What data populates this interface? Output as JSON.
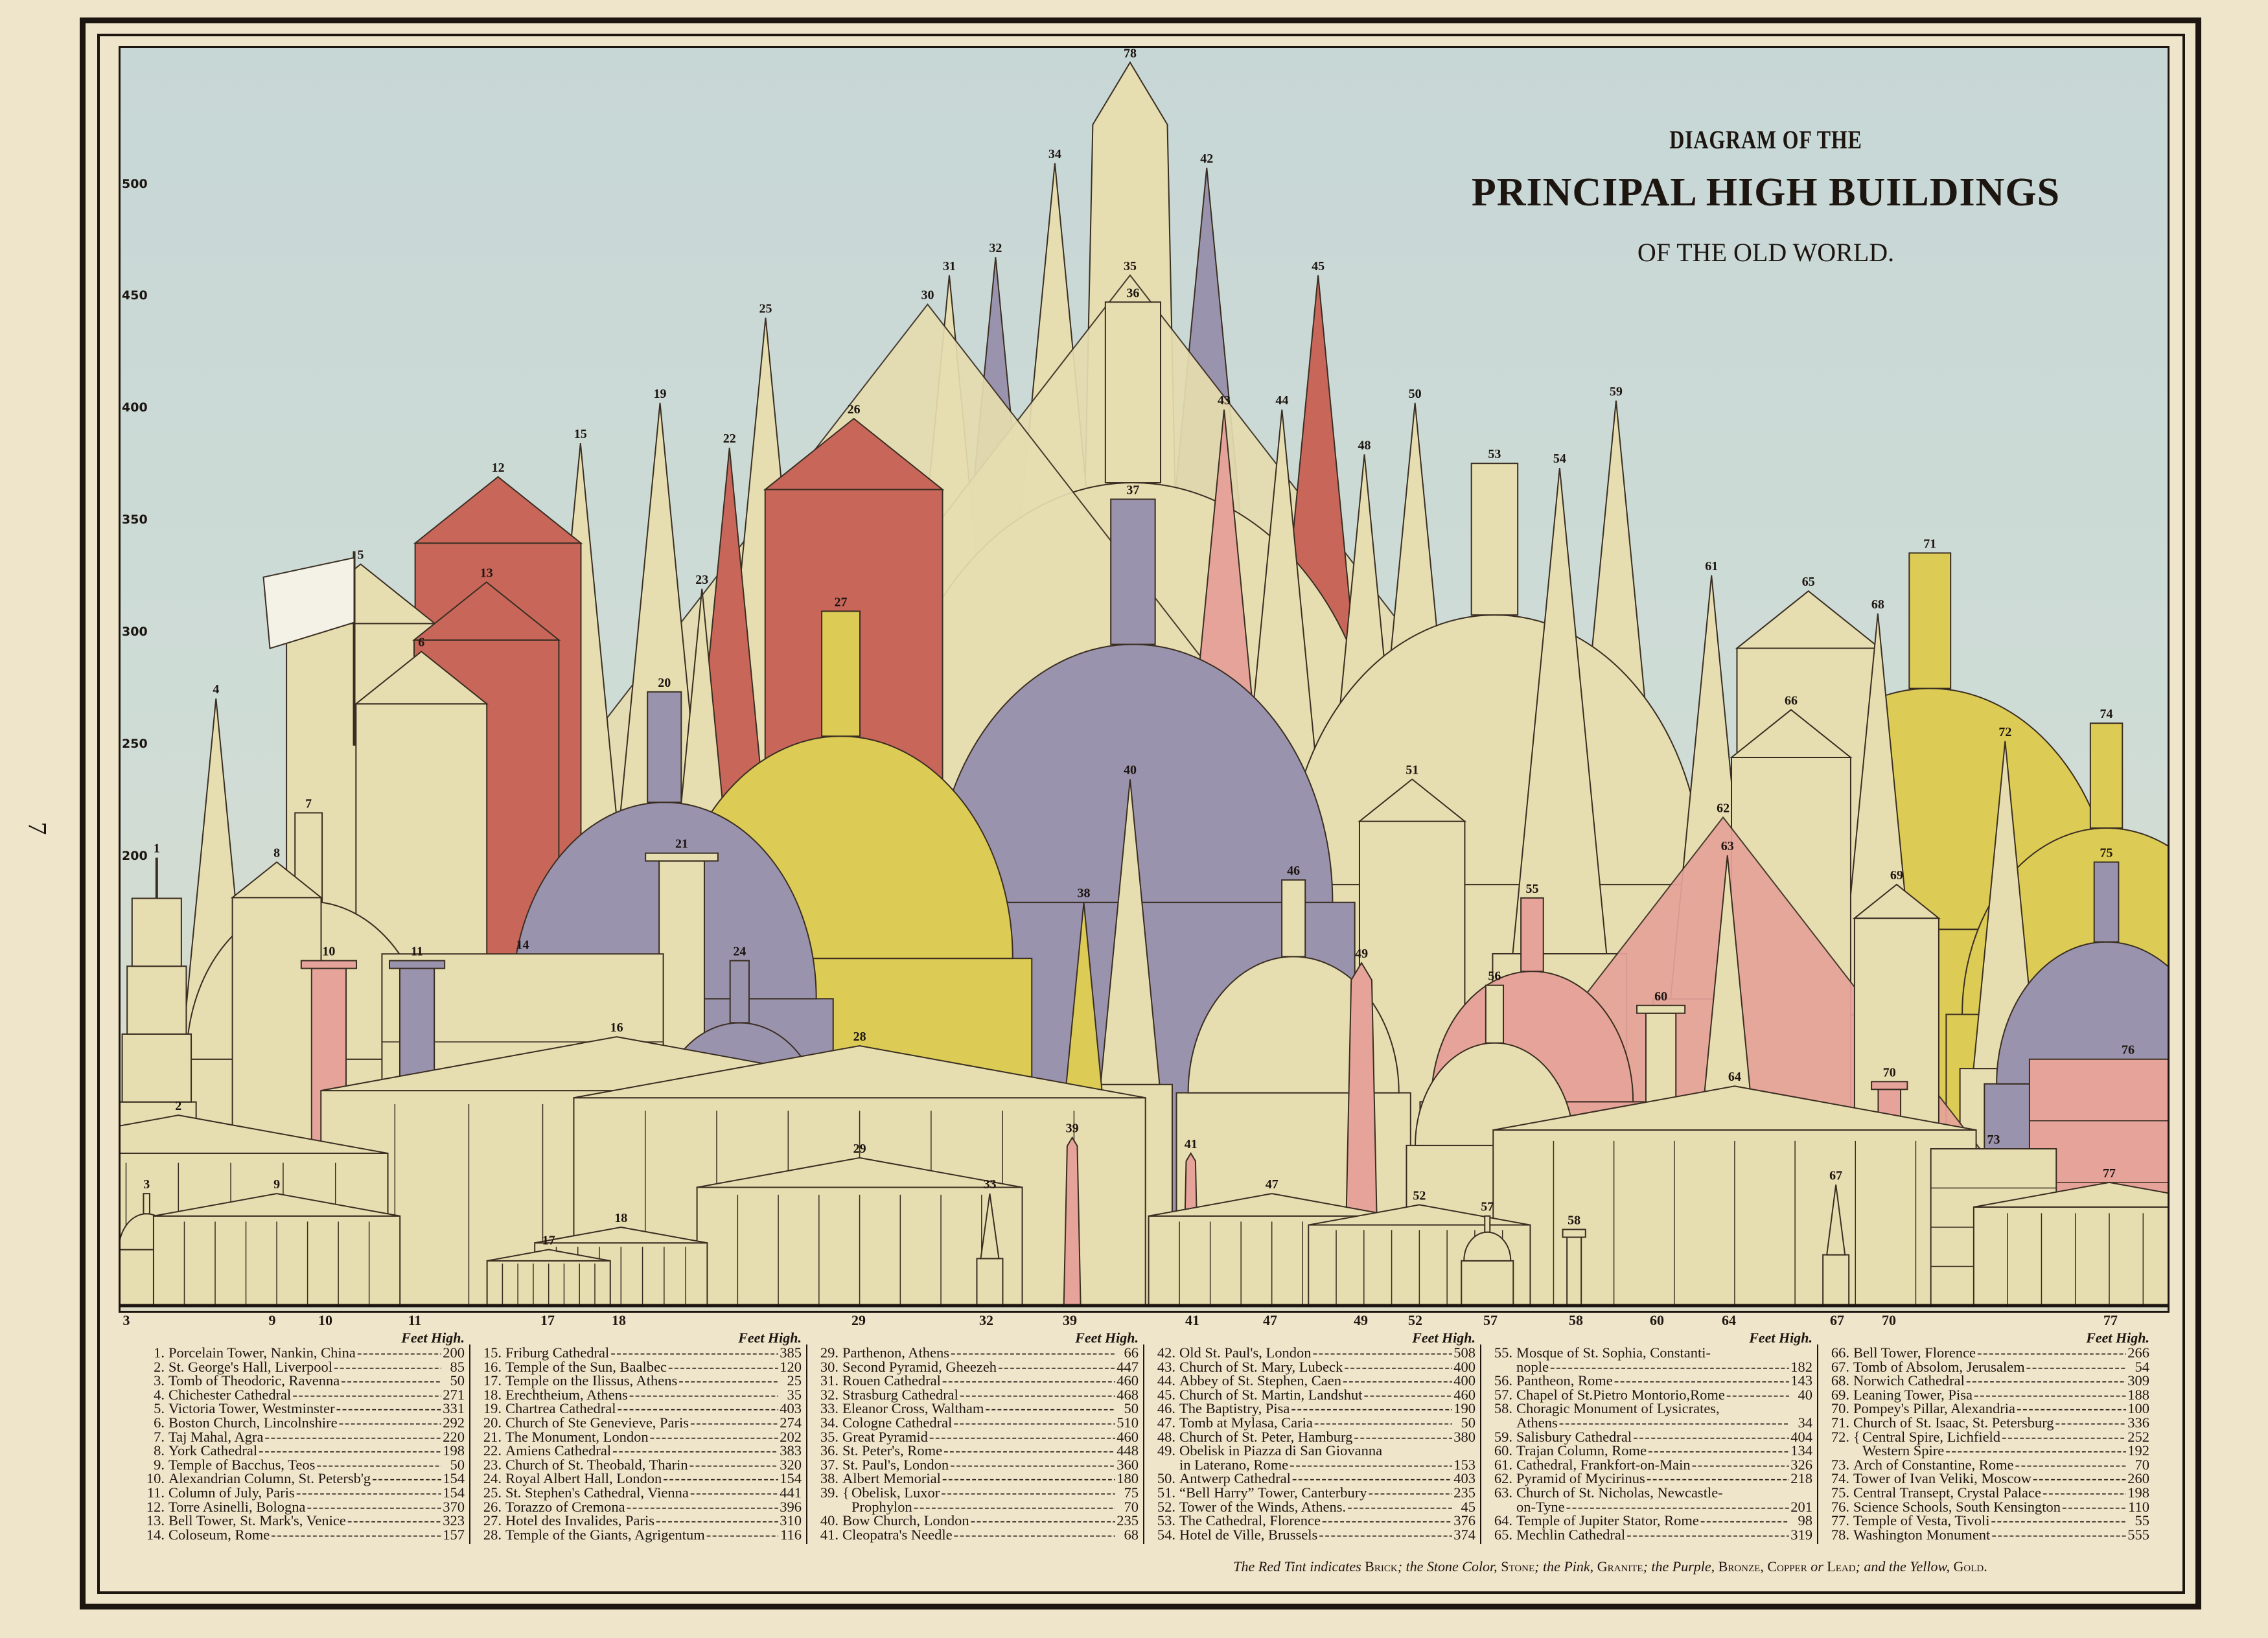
{
  "title": {
    "line1": "DIAGRAM OF THE",
    "line2": "PRINCIPAL HIGH BUILDINGS",
    "line3": "OF THE OLD WORLD."
  },
  "page_number": "7",
  "scale_labels": [
    "500",
    "450",
    "400",
    "350",
    "300",
    "250",
    "200"
  ],
  "baseline_labels": [
    "3",
    "9",
    "10",
    "11",
    "17",
    "18",
    "29",
    "32",
    "39",
    "41",
    "47",
    "49",
    "52",
    "57",
    "58",
    "60",
    "64",
    "67",
    "70",
    "77"
  ],
  "feet_high_label": "Feet High.",
  "flag_present": true,
  "material_colors": {
    "brick": "#c8665a",
    "stone": "#e6ddb0",
    "granite": "#e6a39a",
    "bronze": "#9a93ad",
    "gold": "#dccb55"
  },
  "footnote": {
    "p1": "The Red Tint indicates ",
    "brick": "Brick",
    "p2": "; the Stone Color, ",
    "stone": "Stone",
    "p3": "; the Pink, ",
    "granite": "Granite",
    "p4": "; the Purple, ",
    "bronze": "Bronze, Copper",
    "p5": " or ",
    "lead": "Lead",
    "p6": "; and the Yellow, ",
    "gold": "Gold."
  },
  "buildings": [
    {
      "num": "1.",
      "name": "Porcelain Tower, Nankin, China",
      "feet": "200",
      "form": "pagoda",
      "material": "stone"
    },
    {
      "num": "2.",
      "name": "St. George's Hall, Liverpool",
      "feet": "85",
      "form": "temple",
      "material": "stone"
    },
    {
      "num": "3.",
      "name": "Tomb of Theodoric, Ravenna",
      "feet": "50",
      "form": "dome",
      "material": "stone"
    },
    {
      "num": "4.",
      "name": "Chichester Cathedral",
      "feet": "271",
      "form": "spire",
      "material": "stone"
    },
    {
      "num": "5.",
      "name": "Victoria Tower, Westminster",
      "feet": "331",
      "form": "tower",
      "material": "stone"
    },
    {
      "num": "6.",
      "name": "Boston Church, Lincolnshire",
      "feet": "292",
      "form": "tower",
      "material": "stone"
    },
    {
      "num": "7.",
      "name": "Taj Mahal, Agra",
      "feet": "220",
      "form": "dome",
      "material": "stone"
    },
    {
      "num": "8.",
      "name": "York Cathedral",
      "feet": "198",
      "form": "tower",
      "material": "stone"
    },
    {
      "num": "9.",
      "name": "Temple of Bacchus, Teos",
      "feet": "50",
      "form": "temple",
      "material": "stone"
    },
    {
      "num": "10.",
      "name": "Alexandrian Column, St. Petersb'g",
      "feet": "154",
      "form": "column",
      "material": "granite"
    },
    {
      "num": "11.",
      "name": "Column of July, Paris",
      "feet": "154",
      "form": "column",
      "material": "bronze"
    },
    {
      "num": "12.",
      "name": "Torre Asinelli, Bologna",
      "feet": "370",
      "form": "tower",
      "material": "brick"
    },
    {
      "num": "13.",
      "name": "Bell Tower, St. Mark's, Venice",
      "feet": "323",
      "form": "tower",
      "material": "brick"
    },
    {
      "num": "14.",
      "name": "Coloseum, Rome",
      "feet": "157",
      "form": "block",
      "material": "stone"
    },
    {
      "num": "15.",
      "name": "Friburg Cathedral",
      "feet": "385",
      "form": "spire",
      "material": "stone"
    },
    {
      "num": "16.",
      "name": "Temple of the Sun, Baalbec",
      "feet": "120",
      "form": "temple",
      "material": "stone"
    },
    {
      "num": "17.",
      "name": "Temple on the Ilissus, Athens",
      "feet": "25",
      "form": "temple",
      "material": "stone"
    },
    {
      "num": "18.",
      "name": "Erechtheium, Athens",
      "feet": "35",
      "form": "temple",
      "material": "stone"
    },
    {
      "num": "19.",
      "name": "Chartrea Cathedral",
      "feet": "403",
      "form": "spire",
      "material": "stone"
    },
    {
      "num": "20.",
      "name": "Church of Ste Genevieve, Paris",
      "feet": "274",
      "form": "dome",
      "material": "bronze"
    },
    {
      "num": "21.",
      "name": "The Monument, London",
      "feet": "202",
      "form": "column",
      "material": "stone"
    },
    {
      "num": "22.",
      "name": "Amiens Cathedral",
      "feet": "383",
      "form": "spire",
      "material": "brick"
    },
    {
      "num": "23.",
      "name": "Church of St. Theobald, Tharin",
      "feet": "320",
      "form": "spire",
      "material": "stone"
    },
    {
      "num": "24.",
      "name": "Royal Albert Hall, London",
      "feet": "154",
      "form": "dome",
      "material": "bronze"
    },
    {
      "num": "25.",
      "name": "St. Stephen's Cathedral, Vienna",
      "feet": "441",
      "form": "spire",
      "material": "stone"
    },
    {
      "num": "26.",
      "name": "Torazzo of Cremona",
      "feet": "396",
      "form": "tower",
      "material": "brick"
    },
    {
      "num": "27.",
      "name": "Hotel des Invalides, Paris",
      "feet": "310",
      "form": "dome",
      "material": "gold"
    },
    {
      "num": "28.",
      "name": "Temple of the Giants, Agrigentum",
      "feet": "116",
      "form": "temple",
      "material": "stone"
    },
    {
      "num": "29.",
      "name": "Parthenon, Athens",
      "feet": "66",
      "form": "temple",
      "material": "stone"
    },
    {
      "num": "30.",
      "name": "Second Pyramid, Gheezeh",
      "feet": "447",
      "form": "pyramid",
      "material": "stone"
    },
    {
      "num": "31.",
      "name": "Rouen Cathedral",
      "feet": "460",
      "form": "spire",
      "material": "stone"
    },
    {
      "num": "32.",
      "name": "Strasburg Cathedral",
      "feet": "468",
      "form": "spire",
      "material": "bronze"
    },
    {
      "num": "33.",
      "name": "Eleanor Cross, Waltham",
      "feet": "50",
      "form": "spire",
      "material": "stone"
    },
    {
      "num": "34.",
      "name": "Cologne Cathedral",
      "feet": "510",
      "form": "spire",
      "material": "stone"
    },
    {
      "num": "35.",
      "name": "Great Pyramid",
      "feet": "460",
      "form": "pyramid",
      "material": "stone"
    },
    {
      "num": "36.",
      "name": "St. Peter's, Rome",
      "feet": "448",
      "form": "dome",
      "material": "stone"
    },
    {
      "num": "37.",
      "name": "St. Paul's, London",
      "feet": "360",
      "form": "dome",
      "material": "bronze"
    },
    {
      "num": "38.",
      "name": "Albert Memorial",
      "feet": "180",
      "form": "spire",
      "material": "gold"
    },
    {
      "num": "39.",
      "parts": [
        {
          "name": "Obelisk, Luxor",
          "feet": "75"
        },
        {
          "name": "Prophylon",
          "feet": "70"
        }
      ],
      "feet": "75",
      "form": "obelisk",
      "material": "granite"
    },
    {
      "num": "40.",
      "name": "Bow Church, London",
      "feet": "235",
      "form": "spire",
      "material": "stone"
    },
    {
      "num": "41.",
      "name": "Cleopatra's Needle",
      "feet": "68",
      "form": "obelisk",
      "material": "granite"
    },
    {
      "num": "42.",
      "name": "Old St. Paul's, London",
      "feet": "508",
      "form": "spire",
      "material": "bronze"
    },
    {
      "num": "43.",
      "name": "Church of St. Mary, Lubeck",
      "feet": "400",
      "form": "spire",
      "material": "granite"
    },
    {
      "num": "44.",
      "name": "Abbey of St. Stephen, Caen",
      "feet": "400",
      "form": "spire",
      "material": "stone"
    },
    {
      "num": "45.",
      "name": "Church of St. Martin, Landshut",
      "feet": "460",
      "form": "spire",
      "material": "brick"
    },
    {
      "num": "46.",
      "name": "The Baptistry, Pisa",
      "feet": "190",
      "form": "dome",
      "material": "stone"
    },
    {
      "num": "47.",
      "name": "Tomb at Mylasa, Caria",
      "feet": "50",
      "form": "temple",
      "material": "stone"
    },
    {
      "num": "48.",
      "name": "Church of St. Peter, Hamburg",
      "feet": "380",
      "form": "spire",
      "material": "stone"
    },
    {
      "num": "49.",
      "name": "Obelisk in Piazza di San Giovanna",
      "name_cont": "in Laterano, Rome",
      "feet": "153",
      "form": "obelisk",
      "material": "granite"
    },
    {
      "num": "50.",
      "name": "Antwerp Cathedral",
      "feet": "403",
      "form": "spire",
      "material": "stone"
    },
    {
      "num": "51.",
      "name": "“Bell Harry” Tower, Canterbury",
      "feet": "235",
      "form": "tower",
      "material": "stone"
    },
    {
      "num": "52.",
      "name": "Tower of the Winds, Athens.",
      "feet": "45",
      "form": "temple",
      "material": "stone"
    },
    {
      "num": "53.",
      "name": "The Cathedral, Florence",
      "feet": "376",
      "form": "dome",
      "material": "stone"
    },
    {
      "num": "54.",
      "name": "Hotel de Ville, Brussels",
      "feet": "374",
      "form": "spire",
      "material": "stone"
    },
    {
      "num": "55.",
      "name": "Mosque of St. Sophia, Constanti-",
      "name_cont": "nople",
      "feet": "182",
      "form": "dome",
      "material": "granite"
    },
    {
      "num": "56.",
      "name": "Pantheon, Rome",
      "feet": "143",
      "form": "dome",
      "material": "stone"
    },
    {
      "num": "57.",
      "name": "Chapel of St.Pietro Montorio,Rome",
      "feet": "40",
      "form": "dome",
      "material": "stone"
    },
    {
      "num": "58.",
      "name": "Choragic Monument of Lysicrates,",
      "name_cont": "Athens",
      "feet": "34",
      "form": "column",
      "material": "stone"
    },
    {
      "num": "59.",
      "name": "Salisbury Cathedral",
      "feet": "404",
      "form": "spire",
      "material": "stone"
    },
    {
      "num": "60.",
      "name": "Trajan Column, Rome",
      "feet": "134",
      "form": "column",
      "material": "stone"
    },
    {
      "num": "61.",
      "name": "Cathedral, Frankfort-on-Main",
      "feet": "326",
      "form": "spire",
      "material": "stone"
    },
    {
      "num": "62.",
      "name": "Pyramid of Mycirinus",
      "feet": "218",
      "form": "pyramid",
      "material": "granite"
    },
    {
      "num": "63.",
      "name": "Church of St. Nicholas, Newcastle-",
      "name_cont": "on-Tyne",
      "feet": "201",
      "form": "spire",
      "material": "stone"
    },
    {
      "num": "64.",
      "name": "Temple of Jupiter Stator, Rome",
      "feet": "98",
      "form": "temple",
      "material": "stone"
    },
    {
      "num": "65.",
      "name": "Mechlin Cathedral",
      "feet": "319",
      "form": "tower",
      "material": "stone"
    },
    {
      "num": "66.",
      "name": "Bell Tower, Florence",
      "feet": "266",
      "form": "tower",
      "material": "stone"
    },
    {
      "num": "67.",
      "name": "Tomb of Absolom, Jerusalem",
      "feet": "54",
      "form": "spire",
      "material": "stone"
    },
    {
      "num": "68.",
      "name": "Norwich Cathedral",
      "feet": "309",
      "form": "spire",
      "material": "stone"
    },
    {
      "num": "69.",
      "name": "Leaning Tower, Pisa",
      "feet": "188",
      "form": "tower",
      "material": "stone"
    },
    {
      "num": "70.",
      "name": "Pompey's Pillar, Alexandria",
      "feet": "100",
      "form": "column",
      "material": "granite"
    },
    {
      "num": "71.",
      "name": "Church of St. Isaac, St. Petersburg",
      "feet": "336",
      "form": "dome",
      "material": "gold"
    },
    {
      "num": "72.",
      "parts": [
        {
          "name": "Central Spire, Lichfield",
          "feet": "252"
        },
        {
          "name": "Western Spire",
          "feet": "192"
        }
      ],
      "feet": "252",
      "form": "spire",
      "material": "stone"
    },
    {
      "num": "73.",
      "name": "Arch of Constantine, Rome",
      "feet": "70",
      "form": "block",
      "material": "stone"
    },
    {
      "num": "74.",
      "name": "Tower of Ivan Veliki, Moscow",
      "feet": "260",
      "form": "dome",
      "material": "gold"
    },
    {
      "num": "75.",
      "name": "Central Transept, Crystal Palace",
      "feet": "198",
      "form": "dome",
      "material": "bronze"
    },
    {
      "num": "76.",
      "name": "Science Schools, South Kensington",
      "feet": "110",
      "form": "block",
      "material": "granite"
    },
    {
      "num": "77.",
      "name": "Temple of Vesta, Tivoli",
      "feet": "55",
      "form": "temple",
      "material": "stone"
    },
    {
      "num": "78.",
      "name": "Washington Monument",
      "feet": "555",
      "form": "obelisk",
      "material": "stone"
    }
  ]
}
